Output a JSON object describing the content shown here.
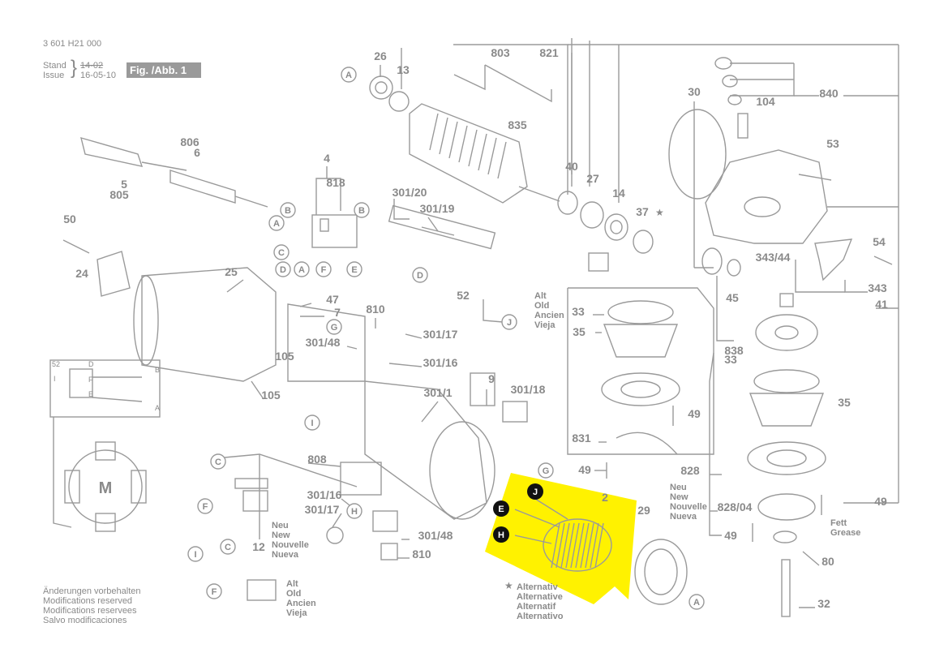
{
  "header": {
    "doc_number": "3 601 H21 000",
    "stand_label": "Stand",
    "issue_label": "Issue",
    "old_date": "14-02",
    "date": "16-05-10",
    "fig_label": "Fig. /Abb. 1"
  },
  "notes": [
    "Änderungen vorbehalten",
    "Modifications reserved",
    "Modifications reservees",
    "Salvo modificaciones"
  ],
  "colors": {
    "line": "#8a8a8a",
    "highlight": "#fff200",
    "badge": "#9a9a9a",
    "black": "#111111"
  },
  "callouts": [
    {
      "t": "26"
    },
    {
      "t": "13"
    },
    {
      "t": "803"
    },
    {
      "t": "821"
    },
    {
      "t": "835"
    },
    {
      "t": "30"
    },
    {
      "t": "104"
    },
    {
      "t": "840"
    },
    {
      "t": "806"
    },
    {
      "t": "6"
    },
    {
      "t": "5"
    },
    {
      "t": "805"
    },
    {
      "t": "4"
    },
    {
      "t": "818"
    },
    {
      "t": "301/20"
    },
    {
      "t": "301/19"
    },
    {
      "t": "40"
    },
    {
      "t": "27"
    },
    {
      "t": "14"
    },
    {
      "t": "37"
    },
    {
      "t": "53"
    },
    {
      "t": "54"
    },
    {
      "t": "343/44"
    },
    {
      "t": "343"
    },
    {
      "t": "45"
    },
    {
      "t": "41"
    },
    {
      "t": "50"
    },
    {
      "t": "24"
    },
    {
      "t": "25"
    },
    {
      "t": "47"
    },
    {
      "t": "7"
    },
    {
      "t": "810"
    },
    {
      "t": "52"
    },
    {
      "t": "301/17"
    },
    {
      "t": "301/48"
    },
    {
      "t": "301/16"
    },
    {
      "t": "105"
    },
    {
      "t": "105"
    },
    {
      "t": "9"
    },
    {
      "t": "301/1"
    },
    {
      "t": "301/18"
    },
    {
      "t": "33"
    },
    {
      "t": "35"
    },
    {
      "t": "49"
    },
    {
      "t": "831"
    },
    {
      "t": "49"
    },
    {
      "t": "838"
    },
    {
      "t": "33"
    },
    {
      "t": "35"
    },
    {
      "t": "828"
    },
    {
      "t": "828/04"
    },
    {
      "t": "49"
    },
    {
      "t": "49"
    },
    {
      "t": "80"
    },
    {
      "t": "32"
    },
    {
      "t": "808"
    },
    {
      "t": "301/16"
    },
    {
      "t": "301/17"
    },
    {
      "t": "301/48"
    },
    {
      "t": "810"
    },
    {
      "t": "12"
    },
    {
      "t": "2"
    },
    {
      "t": "29"
    }
  ],
  "letter_markers": [
    {
      "l": "A"
    },
    {
      "l": "B"
    },
    {
      "l": "A"
    },
    {
      "l": "B"
    },
    {
      "l": "C"
    },
    {
      "l": "D"
    },
    {
      "l": "A"
    },
    {
      "l": "F"
    },
    {
      "l": "E"
    },
    {
      "l": "D"
    },
    {
      "l": "J"
    },
    {
      "l": "G"
    },
    {
      "l": "I"
    },
    {
      "l": "C"
    },
    {
      "l": "F"
    },
    {
      "l": "H"
    },
    {
      "l": "C"
    },
    {
      "l": "I"
    },
    {
      "l": "F"
    },
    {
      "l": "A"
    },
    {
      "l": "G"
    }
  ],
  "black_markers": [
    {
      "l": "J"
    },
    {
      "l": "E"
    },
    {
      "l": "H"
    }
  ],
  "labels": {
    "alt_block_top": [
      "Alt",
      "Old",
      "Ancien",
      "Vieja"
    ],
    "neu_block_right": [
      "Neu",
      "New",
      "Nouvelle",
      "Nueva"
    ],
    "neu_block_bottom": [
      "Neu",
      "New",
      "Nouvelle",
      "Nueva"
    ],
    "alt_block_bottom": [
      "Alt",
      "Old",
      "Ancien",
      "Vieja"
    ],
    "alternative": [
      "Alternativ",
      "Alternative",
      "Alternatif",
      "Alternativo"
    ],
    "grease": [
      "Fett",
      "Grease"
    ],
    "motor_symbol": "M",
    "schematic": [
      "52",
      "D",
      "B",
      "I",
      "F",
      "E",
      "A"
    ]
  }
}
